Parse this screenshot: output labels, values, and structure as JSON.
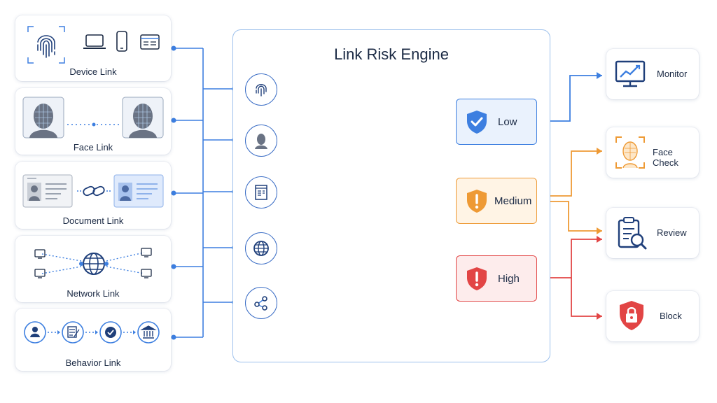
{
  "engine": {
    "title": "Link Risk Engine"
  },
  "sources": [
    {
      "label": "Device Link",
      "icon": "fingerprint-icon"
    },
    {
      "label": "Face Link",
      "icon": "face-scan-icon"
    },
    {
      "label": "Document Link",
      "icon": "id-card-icon"
    },
    {
      "label": "Network Link",
      "icon": "globe-icon"
    },
    {
      "label": "Behavior Link",
      "icon": "user-icon"
    }
  ],
  "risk_levels": [
    {
      "label": "Low",
      "icon": "shield-check-icon",
      "color": "#3d7fe0"
    },
    {
      "label": "Medium",
      "icon": "shield-warning-icon",
      "color": "#ee9a35"
    },
    {
      "label": "High",
      "icon": "shield-alert-icon",
      "color": "#e24545"
    }
  ],
  "actions": [
    {
      "label": "Monitor",
      "icon": "monitor-chart-icon"
    },
    {
      "label": "Face Check",
      "icon": "face-scan-icon"
    },
    {
      "label": "Review",
      "icon": "clipboard-search-icon"
    },
    {
      "label": "Block",
      "icon": "lock-shield-icon"
    }
  ],
  "colors": {
    "primary": "#3d7fe0",
    "navy": "#1f3f7a",
    "warning": "#ee9a35",
    "danger": "#e24545"
  }
}
